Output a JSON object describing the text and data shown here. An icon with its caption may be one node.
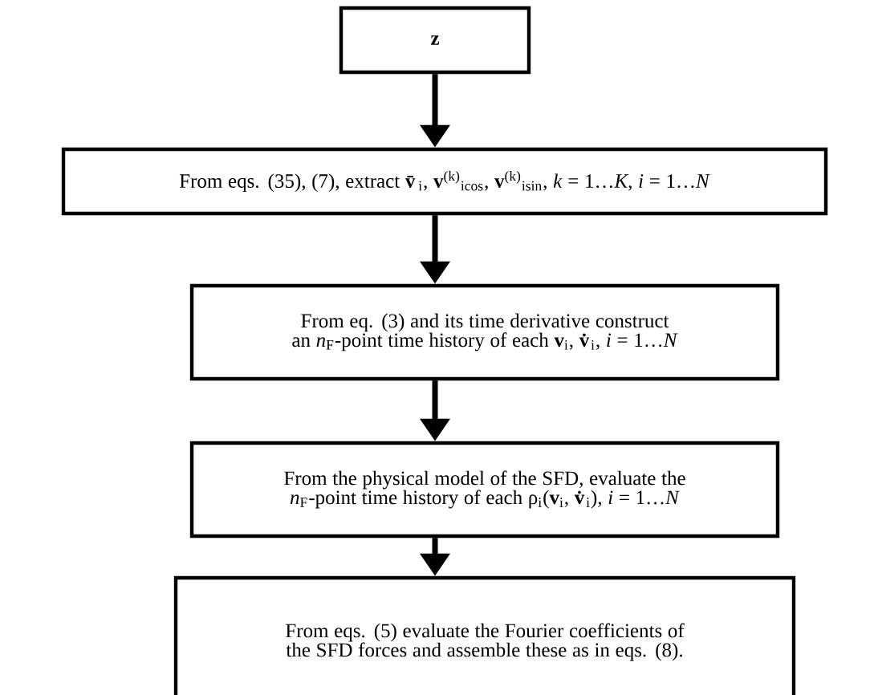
{
  "diagram": {
    "nodes": [
      {
        "text": [
          "z"
        ]
      },
      {
        "text": [
          "From eqs. (35), (7), extract **v̄**$_{i}$, **v**$^{(k)}$$_{icos}$, **v**$^{(k)}$$_{isin}$, *k* = 1…*K*, *i* = 1…*N*"
        ]
      },
      {
        "text": [
          "From eq. (3) and its time derivative construct an *n*$_{F}$-point time history of each **v**$_{i}$, **v̇**$_{i}$, *i* = 1…*N*"
        ]
      },
      {
        "text": [
          "From the physical model of the SFD, evaluate the *n*$_{F}$-point time history of each ρ$_{i}$(**v**$_{i}$, **v̇**$_{i}$), *i* = 1…*N*"
        ]
      },
      {
        "text": [
          "From eqs. (5) evaluate the Fourier coefficients of the SFD forces and assemble these as in eqs. (8)."
        ]
      }
    ],
    "edges": [
      {
        "from": 0,
        "to": 1,
        "arrow": "to"
      },
      {
        "from": 1,
        "to": 2,
        "arrow": "to"
      },
      {
        "from": 2,
        "to": 3,
        "arrow": "to"
      },
      {
        "from": 3,
        "to": 4,
        "arrow": "to"
      }
    ]
  }
}
